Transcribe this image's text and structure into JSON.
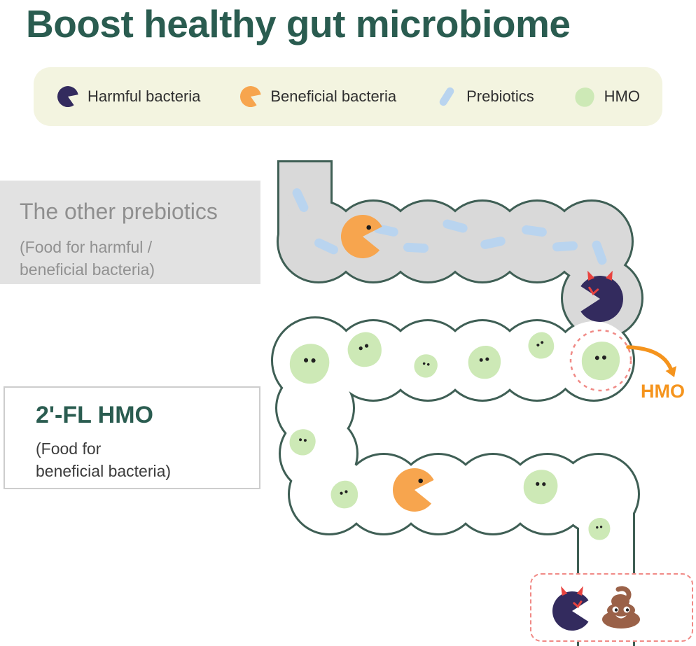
{
  "title": "Boost healthy gut microbiome",
  "legend": {
    "items": [
      {
        "icon": "harmful-bacteria-icon",
        "label": "Harmful bacteria"
      },
      {
        "icon": "beneficial-bacteria-icon",
        "label": "Beneficial bacteria"
      },
      {
        "icon": "prebiotic-pill-icon",
        "label": "Prebiotics"
      },
      {
        "icon": "hmo-blob-icon",
        "label": "HMO"
      }
    ]
  },
  "callouts": {
    "prebiotics_box": {
      "title": "The other prebiotics",
      "subtitle_line1": "(Food for harmful /",
      "subtitle_line2": "beneficial bacteria)"
    },
    "hmo_box": {
      "title": "2'-FL HMO",
      "subtitle_line1": "(Food for",
      "subtitle_line2": "beneficial bacteria)"
    },
    "hmo_pointer_label": "HMO"
  },
  "colors": {
    "title_text": "#2a5c50",
    "tube_outline": "#3f5f55",
    "tube_upper_fill": "#d9d9d9",
    "harmful_bacteria": "#332b5e",
    "beneficial_bacteria": "#f7a54e",
    "prebiotic_pill": "#b9d4ef",
    "hmo_blob": "#cde9b6",
    "legend_background": "#f3f4e0",
    "hmo_label_orange": "#f5941d",
    "highlight_dashed_pink": "#f08a86",
    "horn_red": "#e8433f",
    "poop_brown": "#9a6148"
  }
}
